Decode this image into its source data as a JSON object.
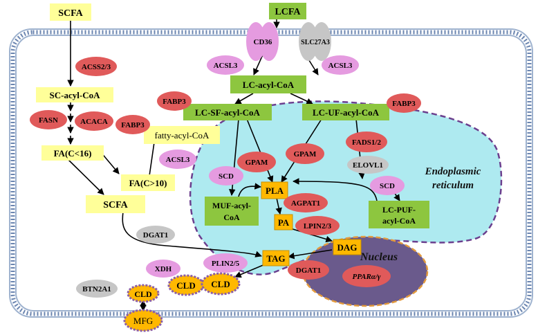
{
  "colors": {
    "short_chain_box": "#ffff99",
    "long_chain_box": "#8dc63f",
    "enzyme_red": "#e05a5a",
    "enzyme_pink": "#e59be0",
    "enzyme_gray": "#c6c6c6",
    "er_fill": "#aeeaf0",
    "er_border": "#6b3f8e",
    "nucleus_fill": "#6a5a8c",
    "nucleus_border": "#e39a3c",
    "lipid_orange": "#ffb800",
    "droplet_border": "#8b5ea7"
  },
  "substrates": {
    "scfa_top": "SCFA",
    "sc_acyl_coa": "SC-acyl-CoA",
    "fa_c16": "FA(C<16)",
    "fa_c10": "FA(C>10)",
    "fatty_acyl_coa": "fatty-acyl-CoA",
    "scfa_mid": "SCFA",
    "lcfa": "LCFA",
    "lc_acyl_coa": "LC-acyl-CoA",
    "lc_sf_acyl_coa": "LC-SF-acyl-CoA",
    "lc_uf_acyl_coa": "LC-UF-acyl-CoA",
    "muf_acyl_coa": [
      "MUF-acyl-",
      "CoA"
    ],
    "lc_puf_acyl_coa": [
      "LC-PUF-",
      "acyl-CoA"
    ],
    "pla": "PLA",
    "pa": "PA",
    "dag": "DAG",
    "tag": "TAG",
    "cld": "CLD",
    "mfg": "MFG"
  },
  "enzymes": {
    "acss2_3": "ACSS2/3",
    "fasn": "FASN",
    "acaca": "ACACA",
    "fabp3_left": "FABP3",
    "acsl3_mid": "ACSL3",
    "cd36": "CD36",
    "slc27a3": "SLC27A3",
    "acsl3_left": "ACSL3",
    "acsl3_right": "ACSL3",
    "fabp3_center": "FABP3",
    "fabp3_right": "FABP3",
    "scd_left": "SCD",
    "gpam_left": "GPAM",
    "gpam_right": "GPAM",
    "fads1_2": "FADS1/2",
    "elovl1": "ELOVL1",
    "scd_right": "SCD",
    "agpat1": "AGPAT1",
    "lpin2_3": "LPIN2/3",
    "dgat1_left": "DGAT1",
    "dgat1_right": "DGAT1",
    "xdh": "XDH",
    "plin2_5": "PLIN2/5",
    "btn2a1": "BTN2A1",
    "ppar": "PPARα/γ"
  },
  "compartments": {
    "er_label": [
      "Endoplasmic",
      "reticulum"
    ],
    "nucleus_label": "Nucleus"
  }
}
